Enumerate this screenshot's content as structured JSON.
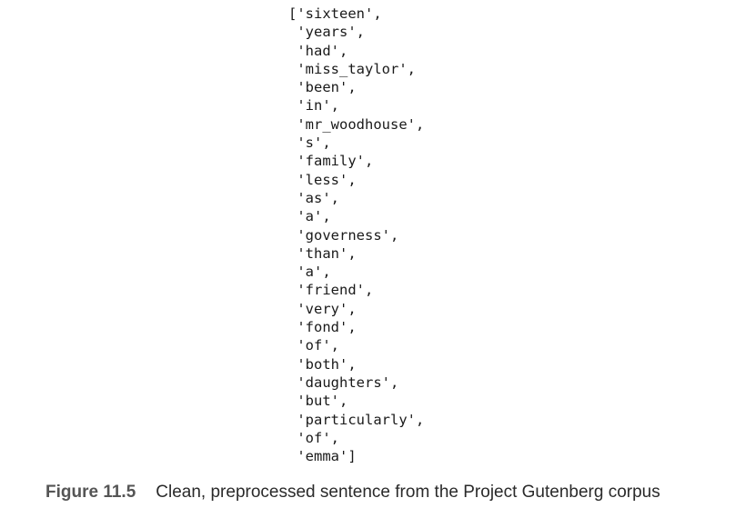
{
  "code": {
    "lines": [
      "['sixteen',",
      " 'years',",
      " 'had',",
      " 'miss_taylor',",
      " 'been',",
      " 'in',",
      " 'mr_woodhouse',",
      " 's',",
      " 'family',",
      " 'less',",
      " 'as',",
      " 'a',",
      " 'governess',",
      " 'than',",
      " 'a',",
      " 'friend',",
      " 'very',",
      " 'fond',",
      " 'of',",
      " 'both',",
      " 'daughters',",
      " 'but',",
      " 'particularly',",
      " 'of',",
      " 'emma']"
    ]
  },
  "caption": {
    "label": "Figure 11.5",
    "text": "Clean, preprocessed sentence from the Project Gutenberg corpus"
  }
}
